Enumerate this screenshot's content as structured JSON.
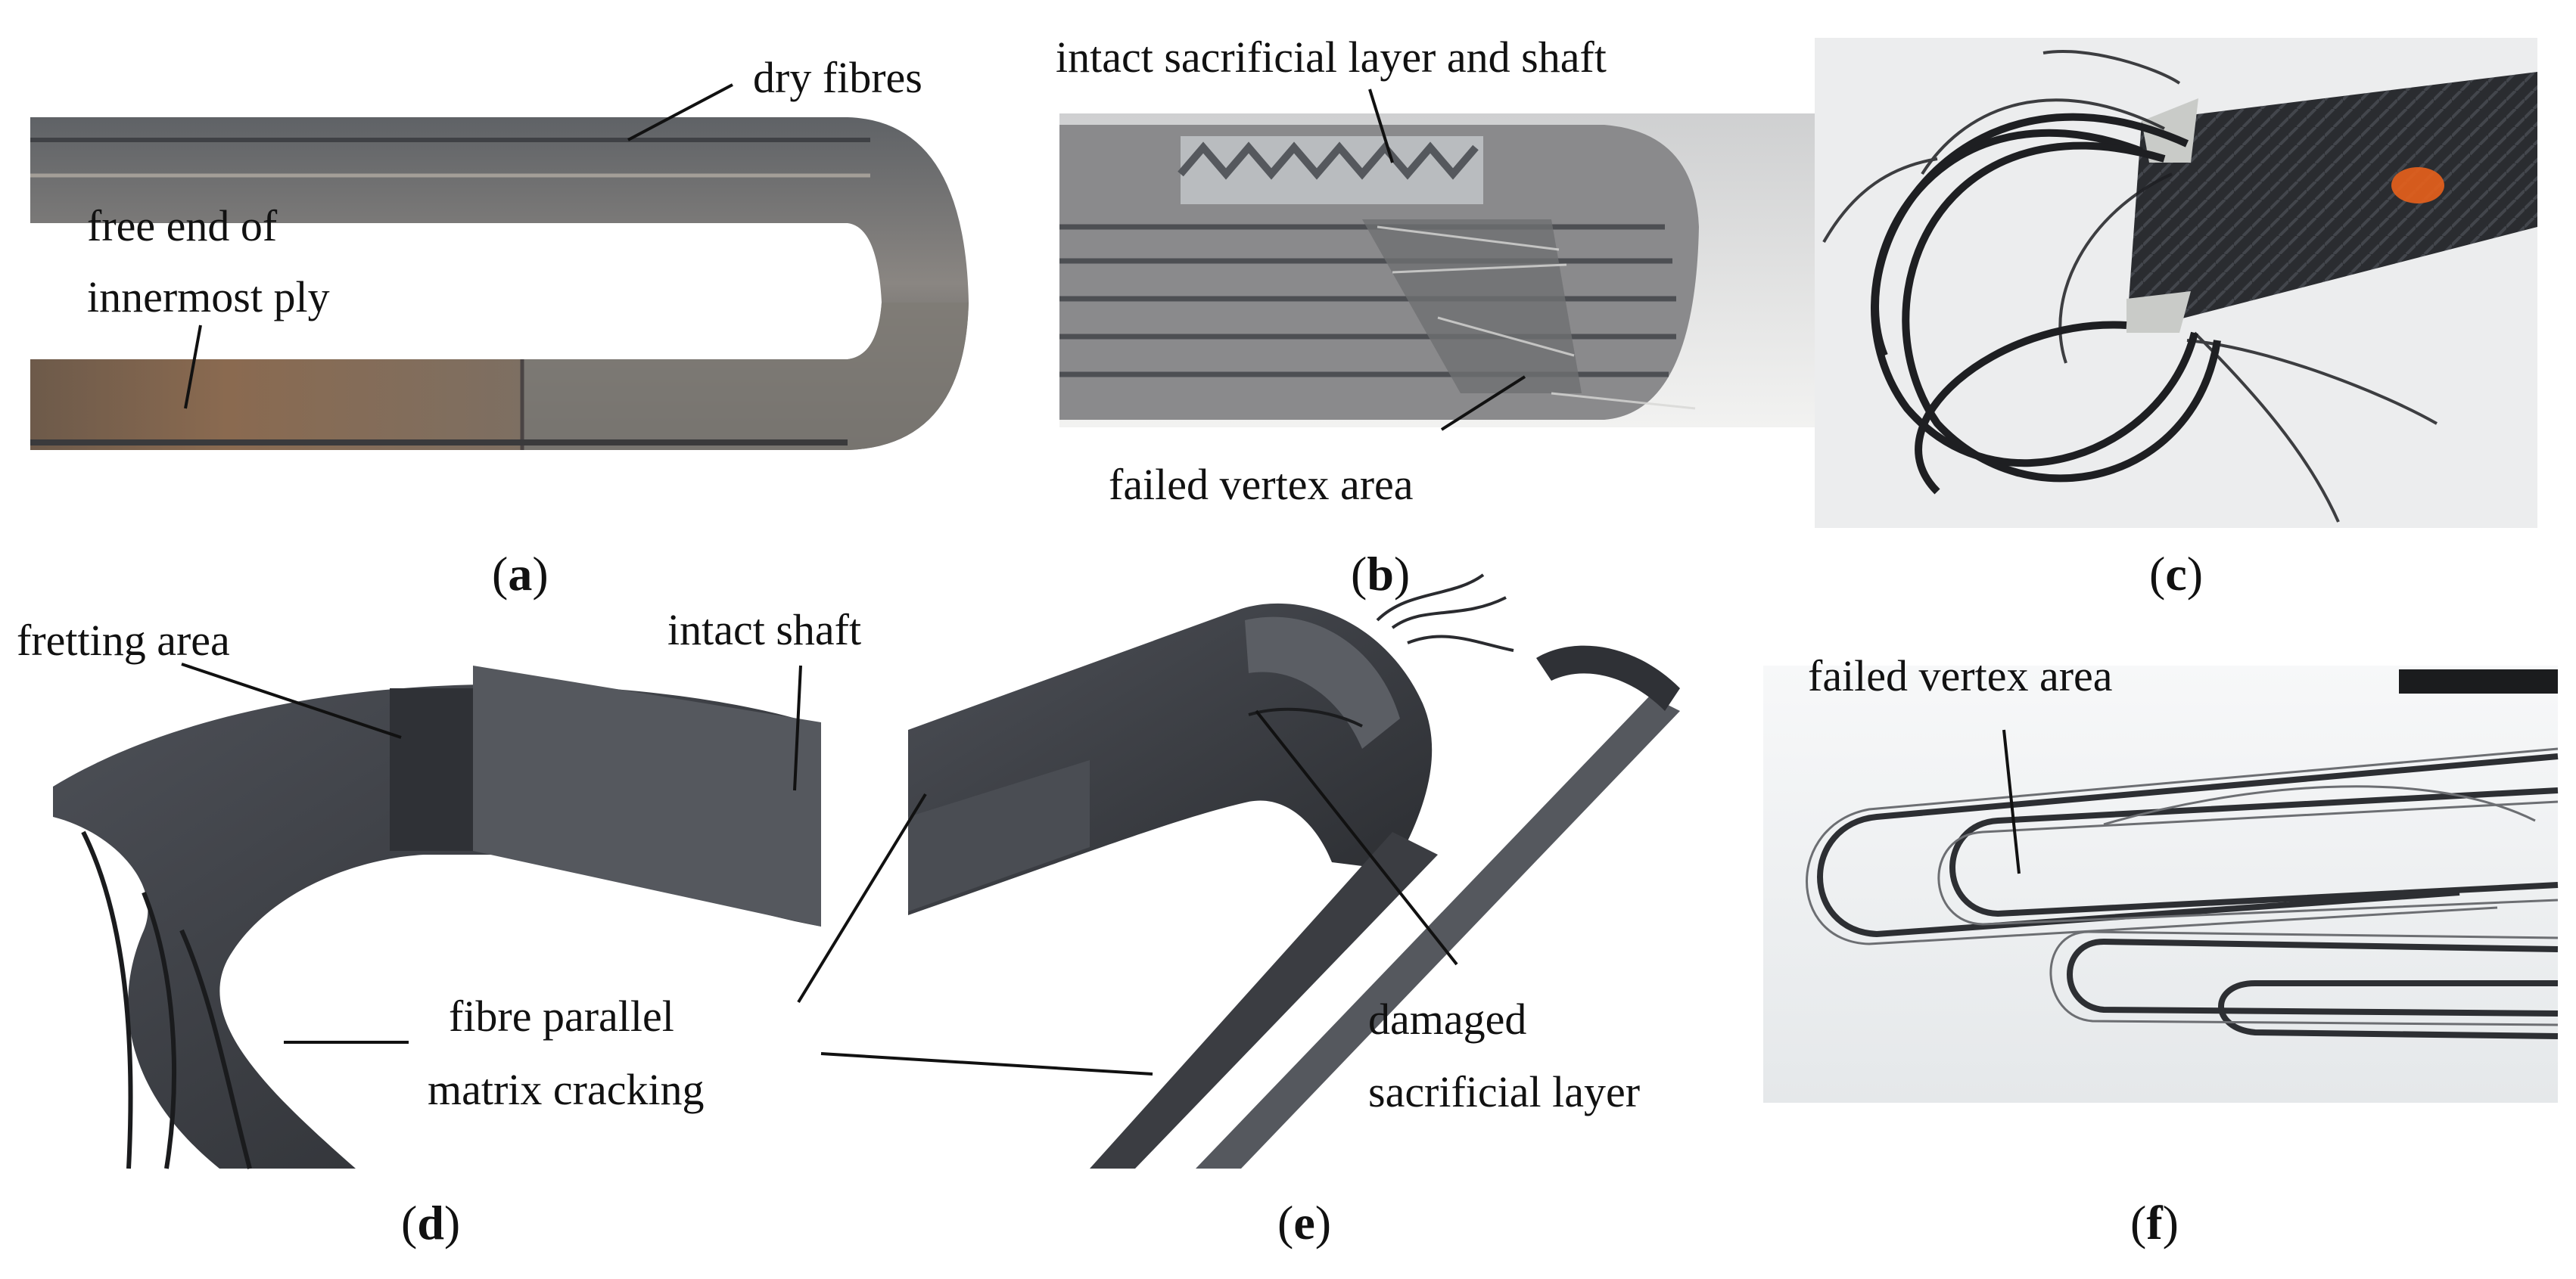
{
  "panels": {
    "a": {
      "caption_open": "(",
      "caption_letter": "a",
      "caption_close": ")",
      "labels": {
        "dry_fibres": "dry fibres",
        "free_end_1": "free end of",
        "free_end_2": "innermost ply"
      }
    },
    "b": {
      "caption_open": "(",
      "caption_letter": "b",
      "caption_close": ")",
      "labels": {
        "intact": "intact sacrificial layer and shaft",
        "failed": "failed vertex area"
      }
    },
    "c": {
      "caption_open": "(",
      "caption_letter": "c",
      "caption_close": ")"
    },
    "d": {
      "caption_open": "(",
      "caption_letter": "d",
      "caption_close": ")",
      "labels": {
        "fretting": "fretting area",
        "intact_shaft": "intact shaft",
        "fibre_1": "fibre parallel",
        "fibre_2": "matrix cracking"
      }
    },
    "e": {
      "caption_open": "(",
      "caption_letter": "e",
      "caption_close": ")",
      "labels": {
        "damaged_1": "damaged",
        "damaged_2": "sacrificial layer"
      }
    },
    "f": {
      "caption_open": "(",
      "caption_letter": "f",
      "caption_close": ")",
      "labels": {
        "failed": "failed vertex area"
      }
    }
  },
  "colors": {
    "background": "#ffffff",
    "laminate_dark": "#3a3c40",
    "laminate_mid": "#6b6a68",
    "laminate_light": "#a6a19a",
    "bronze": "#8a6a50",
    "fibre_black": "#1e1f22",
    "orange_spot": "#e8601c",
    "photo_bg_light": "#eef0f1"
  }
}
